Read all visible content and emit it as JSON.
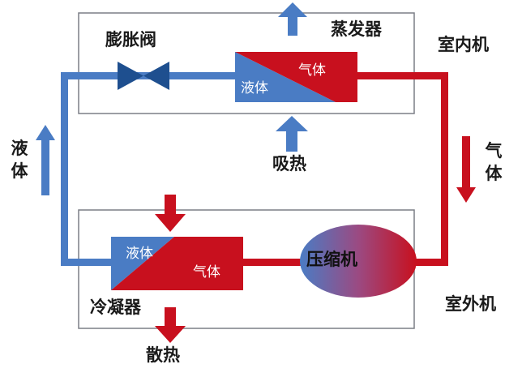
{
  "diagram": {
    "indoor_label": "室内机",
    "outdoor_label": "室外机",
    "evaporator_label": "蒸发器",
    "condenser_label": "冷凝器",
    "expansion_valve_label": "膨胀阀",
    "compressor_label": "压缩机",
    "absorb_heat_label": "吸热",
    "dissipate_heat_label": "散热",
    "left_flow_label": "液体",
    "right_flow_label": "气体",
    "evap_liquid_label": "液体",
    "evap_gas_label": "气体",
    "cond_liquid_label": "液体",
    "cond_gas_label": "气体"
  },
  "colors": {
    "liquid": "#4a7cc4",
    "gas": "#c8101e",
    "valve": "#1e4f8f",
    "box_border": "#7b7f86"
  }
}
